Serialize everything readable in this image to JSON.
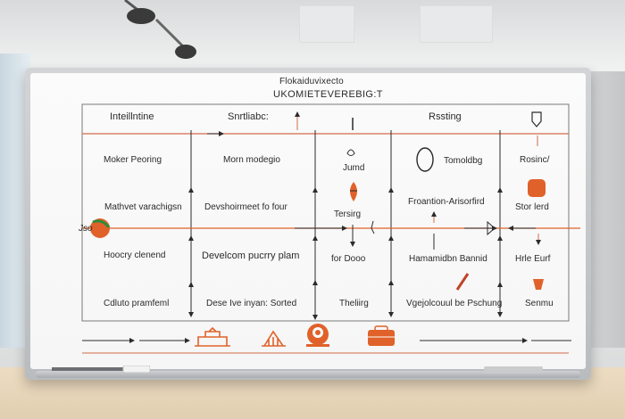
{
  "board": {
    "title_line1": "Flokaiduvixecto",
    "title_line2": "UKOMIETEVEREBIG:T",
    "headers": [
      "Inteillntine",
      "Snrtliabc:",
      "Rssting"
    ],
    "rows": [
      [
        "Moker Peoring",
        "Morn modegio",
        "Jumd",
        "Tomoldbg",
        "Rosinc/"
      ],
      [
        "Mathvet varachigsn",
        "Devshoirmeet fo four",
        "Tersirg",
        "Froantion-Arisorfird",
        "Stor lerd"
      ],
      [
        "Hoocry clenend",
        "Develcom pucrry plam",
        "for Dooo",
        "Hamamidbn Bannid",
        "Hrle Eurf"
      ],
      [
        "Cdluto pramfeml",
        "Dese Ive inyan: Sorted",
        "Theliirg",
        "Vgejolcouul be Pschung",
        "Senmu"
      ]
    ],
    "side_label": "Jso"
  },
  "colors": {
    "accent": "#e0622a",
    "ink": "#2b2b2b",
    "rule": "#d46b4a"
  },
  "icons": [
    "ceiling-camera-icon",
    "lightbulb-icon",
    "badge-icon",
    "rocket-icon",
    "bridge-icon",
    "target-icon",
    "toolbox-icon"
  ]
}
